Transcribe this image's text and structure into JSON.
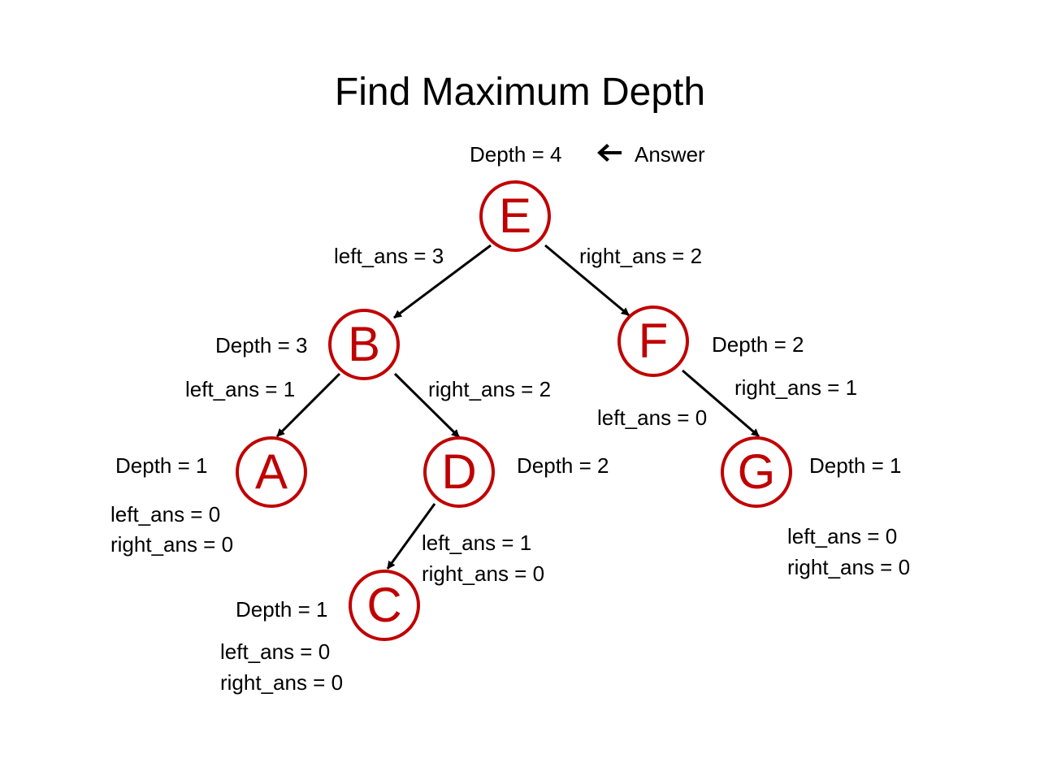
{
  "title": "Find Maximum Depth",
  "answer_label": "Answer",
  "nodes": {
    "E": {
      "letter": "E",
      "depth": "Depth = 4",
      "left_ans": "left_ans = 3",
      "right_ans": "right_ans = 2"
    },
    "B": {
      "letter": "B",
      "depth": "Depth = 3",
      "left_ans": "left_ans = 1",
      "right_ans": "right_ans = 2"
    },
    "F": {
      "letter": "F",
      "depth": "Depth = 2",
      "left_ans": "left_ans = 0",
      "right_ans": "right_ans = 1"
    },
    "A": {
      "letter": "A",
      "depth": "Depth = 1",
      "left_ans": "left_ans = 0",
      "right_ans": "right_ans = 0"
    },
    "D": {
      "letter": "D",
      "depth": "Depth = 2",
      "left_ans": "left_ans = 1",
      "right_ans": "right_ans = 0"
    },
    "G": {
      "letter": "G",
      "depth": "Depth = 1",
      "left_ans": "left_ans = 0",
      "right_ans": "right_ans = 0"
    },
    "C": {
      "letter": "C",
      "depth": "Depth = 1",
      "left_ans": "left_ans = 0",
      "right_ans": "right_ans = 0"
    }
  },
  "edges": [
    {
      "from": "E",
      "to": "B"
    },
    {
      "from": "E",
      "to": "F"
    },
    {
      "from": "B",
      "to": "A"
    },
    {
      "from": "B",
      "to": "D"
    },
    {
      "from": "F",
      "to": "G"
    },
    {
      "from": "D",
      "to": "C"
    }
  ],
  "colors": {
    "node": "#c00000",
    "edge": "#000000"
  },
  "icons": {
    "answer_pointer": "left-arrow-icon"
  }
}
